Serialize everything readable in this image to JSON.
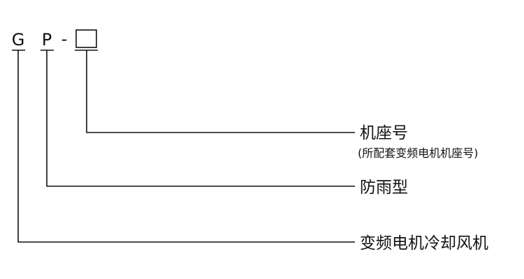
{
  "code": {
    "letter1": "G",
    "letter2": "P",
    "separator": "-"
  },
  "labels": {
    "frame_number": "机座号",
    "frame_number_note": "(所配套变频电机机座号)",
    "rainproof": "防雨型",
    "fan": "变频电机冷却风机"
  }
}
